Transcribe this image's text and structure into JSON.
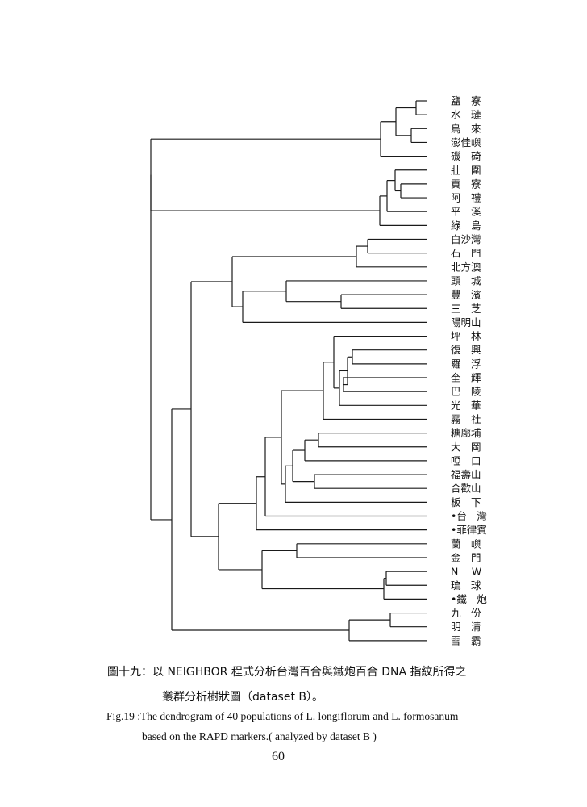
{
  "figure": {
    "leaves": [
      {
        "id": 1,
        "label": "鹽　寮"
      },
      {
        "id": 2,
        "label": "水　璉"
      },
      {
        "id": 3,
        "label": "烏　來"
      },
      {
        "id": 4,
        "label": "澎佳嶼"
      },
      {
        "id": 5,
        "label": "磯　碕"
      },
      {
        "id": 6,
        "label": "壯　圍"
      },
      {
        "id": 7,
        "label": "貢　寮"
      },
      {
        "id": 8,
        "label": "阿　禮"
      },
      {
        "id": 9,
        "label": "平　溪"
      },
      {
        "id": 10,
        "label": "綠　島"
      },
      {
        "id": 11,
        "label": "白沙灣"
      },
      {
        "id": 12,
        "label": "石　門"
      },
      {
        "id": 13,
        "label": "北方澳"
      },
      {
        "id": 14,
        "label": "頭　城"
      },
      {
        "id": 15,
        "label": "豐　濱"
      },
      {
        "id": 16,
        "label": "三　芝"
      },
      {
        "id": 17,
        "label": "陽明山"
      },
      {
        "id": 18,
        "label": "坪　林"
      },
      {
        "id": 19,
        "label": "復　興"
      },
      {
        "id": 20,
        "label": "羅　浮"
      },
      {
        "id": 21,
        "label": "奎　輝"
      },
      {
        "id": 22,
        "label": "巴　陵"
      },
      {
        "id": 23,
        "label": "光　華"
      },
      {
        "id": 24,
        "label": "霧　社"
      },
      {
        "id": 25,
        "label": "糖廍埔"
      },
      {
        "id": 26,
        "label": "大　岡"
      },
      {
        "id": 27,
        "label": "啞　口"
      },
      {
        "id": 28,
        "label": "福壽山"
      },
      {
        "id": 29,
        "label": "合歡山"
      },
      {
        "id": 30,
        "label": "板　下"
      },
      {
        "id": 31,
        "label": "•台　灣"
      },
      {
        "id": 32,
        "label": "•菲律賓"
      },
      {
        "id": 33,
        "label": "蘭　嶼"
      },
      {
        "id": 34,
        "label": "金　門"
      },
      {
        "id": 35,
        "label": "N　 W"
      },
      {
        "id": 36,
        "label": "琉　球"
      },
      {
        "id": 37,
        "label": "•鐵　炮"
      },
      {
        "id": 38,
        "label": "九　份"
      },
      {
        "id": 39,
        "label": "明　清"
      },
      {
        "id": 40,
        "label": "雪　霸"
      }
    ],
    "tree_newick": "((((((1,2),(3,4)),5),((6,(7,8)),9),10),((((11,12),13),(14,(15,16)),17),(((18,(((19,20),(21,22)),23),24),(((25,26),27),(28,29),30)),(31,32)),(((33,34),((35,36),37)))))),((38,39),40))"
  },
  "captions": {
    "zh_line1": "圖十九：以 NEIGHBOR 程式分析台灣百合與鐵炮百合 DNA 指紋所得之",
    "zh_line2": "叢群分析樹狀圖（dataset B）。",
    "en_line1": "Fig.19 :The dendrogram of 40 populations of L. longiflorum and L. formosanum",
    "en_line2": "based on the RAPD markers.( analyzed by dataset B )"
  },
  "page_number": "60"
}
